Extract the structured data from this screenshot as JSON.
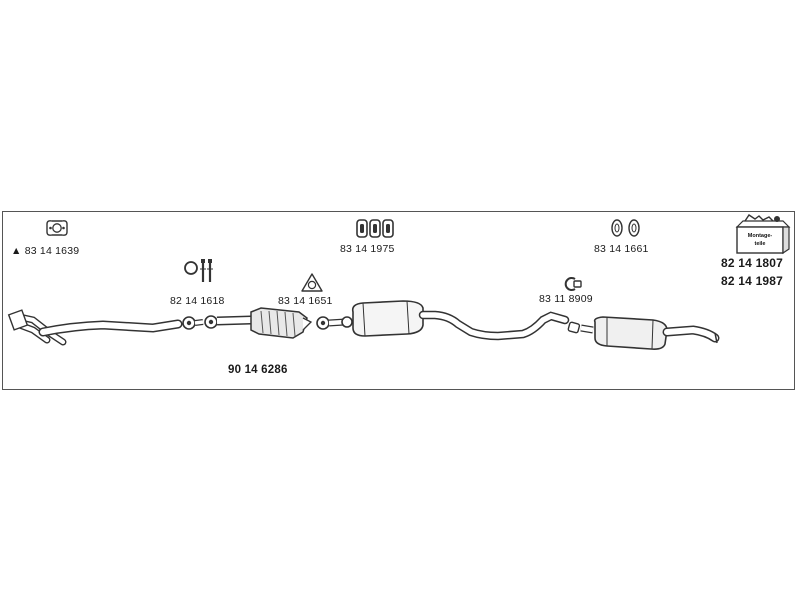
{
  "parts": {
    "p1": "83 14 1639",
    "p2": "83 14 1975",
    "p3": "83 14 1661",
    "p4": "82 14 1618",
    "p5": "83 14 1651",
    "p6": "83 11 8909",
    "p7": "90 14 6286",
    "p8": "82 14 1807",
    "p9": "82 14 1987"
  },
  "marker": "▲",
  "kit_label": "Montage-teile",
  "icons": [
    "gasket-icon",
    "rubber-hanger-icon",
    "clamp-bolt-icon",
    "clamp-icon",
    "mounting-kit-icon"
  ],
  "colors": {
    "line": "#333333",
    "fill": "#ffffff",
    "text": "#1a1a1a"
  }
}
